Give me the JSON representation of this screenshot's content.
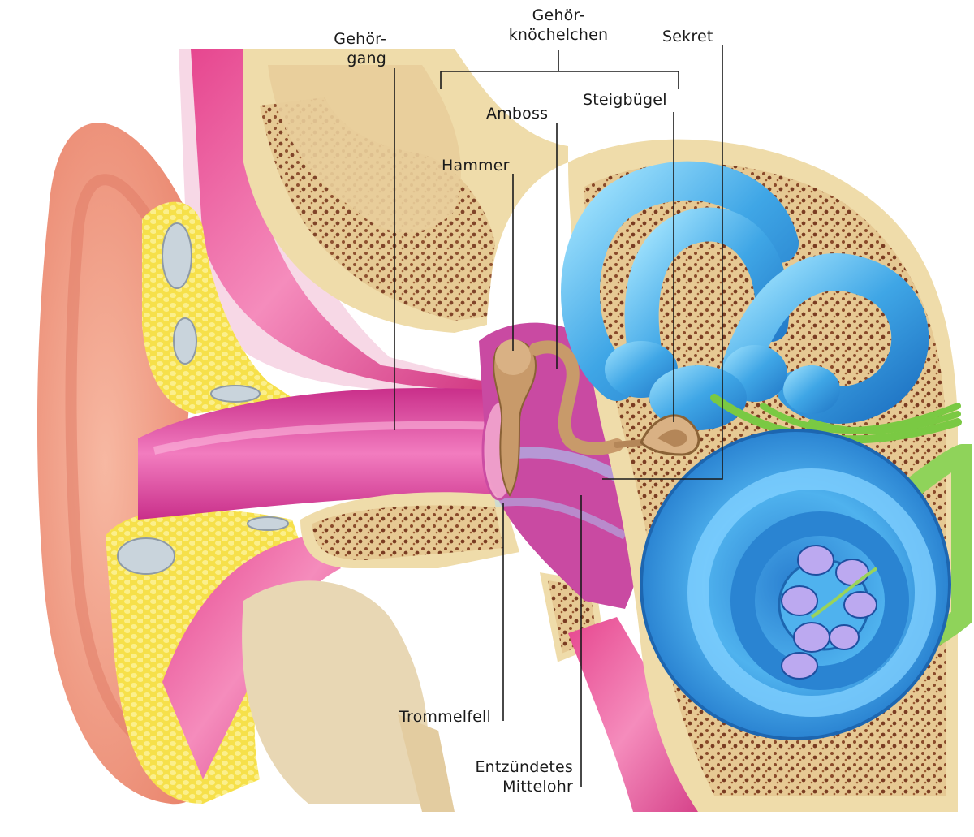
{
  "labels": {
    "gehoergang_1": "Gehör-",
    "gehoergang_2": "gang",
    "gehoerknoechelchen_1": "Gehör-",
    "gehoerknoechelchen_2": "knöchelchen",
    "sekret": "Sekret",
    "steigbuegel": "Steigbügel",
    "amboss": "Amboss",
    "hammer": "Hammer",
    "trommelfell": "Trommelfell",
    "mittelohr_1": "Entzündetes",
    "mittelohr_2": "Mittelohr"
  },
  "colors": {
    "skin": "#f2a38a",
    "skin_dark": "#e07a63",
    "bone": "#efdcaa",
    "bone_spots": "#8a4a2a",
    "canal": "#d63c95",
    "canal_light": "#f07ab8",
    "fat": "#f6df5a",
    "labyrinth": "#3fa6e6",
    "labyrinth_light": "#9fe0ff",
    "nerve": "#7ac943",
    "ossicle": "#c89a6a",
    "lines": "#1a1a1a"
  }
}
